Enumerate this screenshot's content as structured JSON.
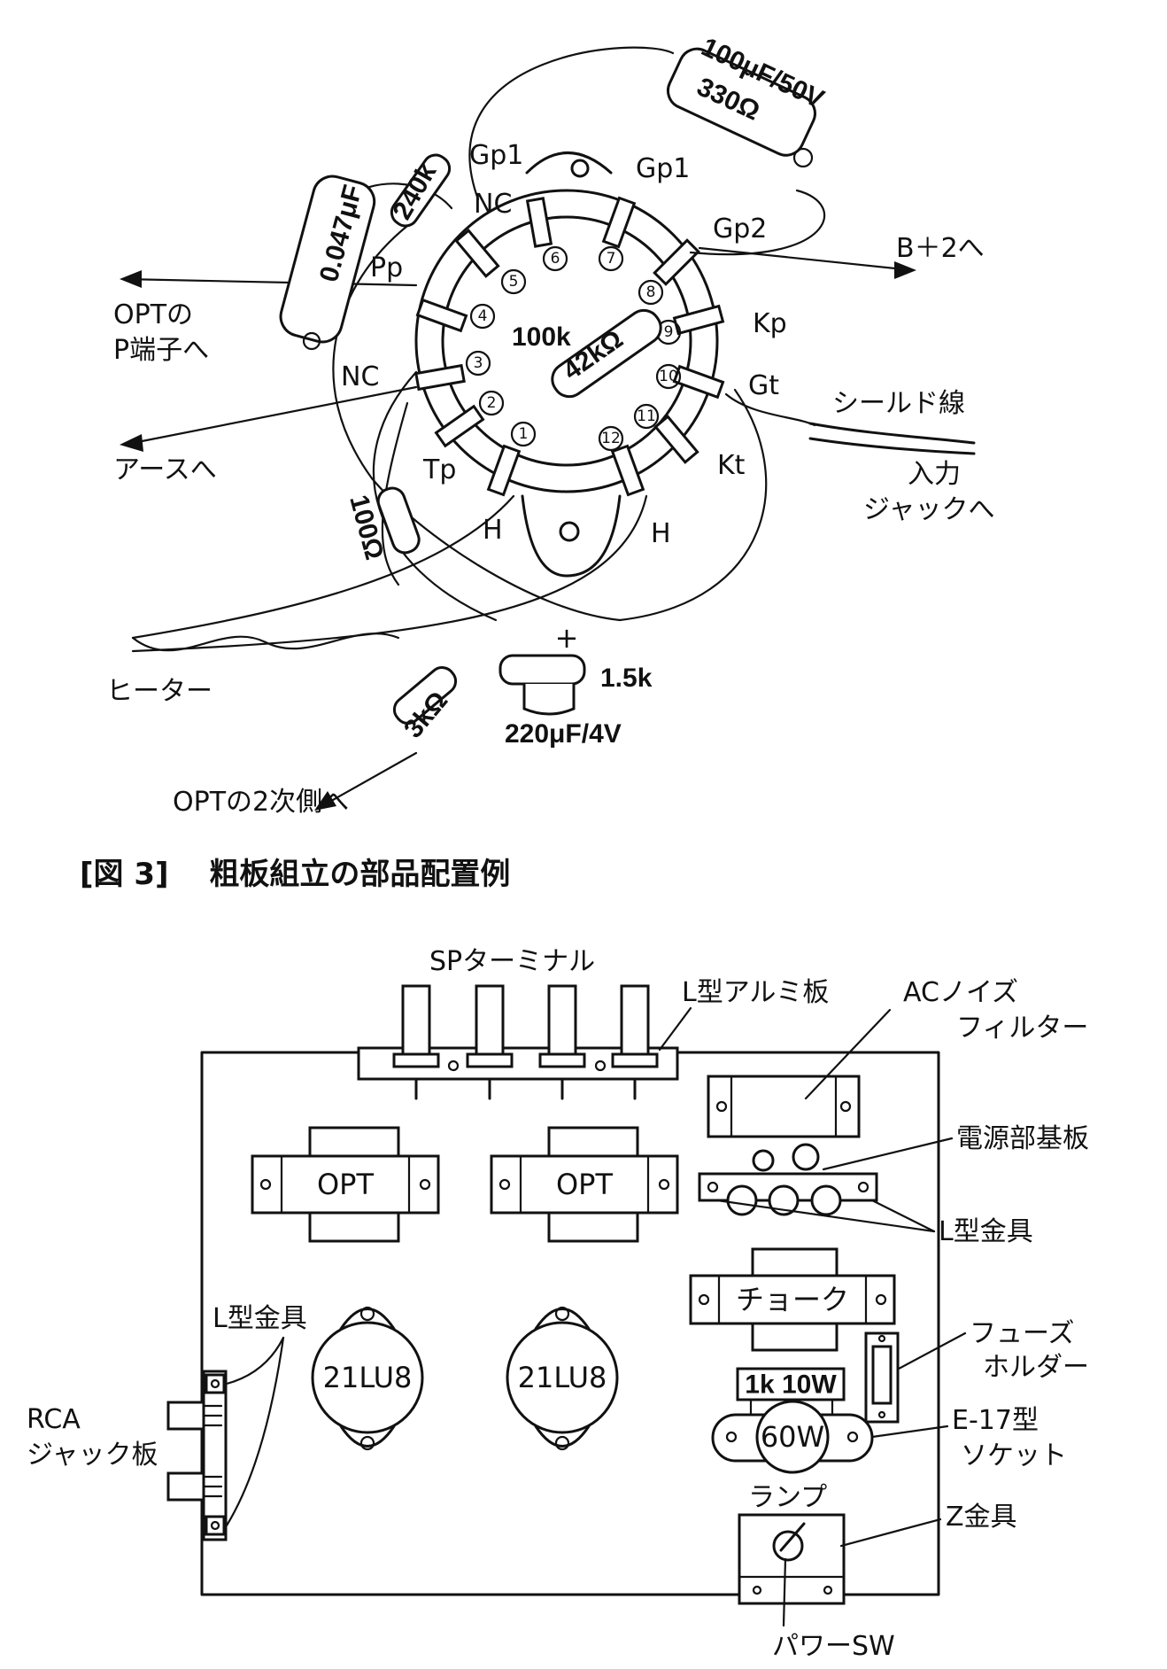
{
  "figure3": {
    "caption": "[図 3]　 粗板組立の部品配置例",
    "labels": {
      "opt_p": "OPTの",
      "opt_p2": "P端子へ",
      "earth": "アースへ",
      "heater": "ヒーター",
      "opt_2nd": "OPTの2次側へ",
      "b2": "B＋2へ",
      "shield": "シールド線",
      "input1": "入力",
      "input2": "ジャックへ",
      "nc1": "NC",
      "nc2": "NC",
      "pp": "Pp",
      "tp": "Tp",
      "gp1a": "Gp1",
      "gp1b": "Gp1",
      "gp2": "Gp2",
      "kp": "Kp",
      "gt": "Gt",
      "kt": "Kt",
      "h1": "H",
      "h2": "H"
    },
    "components": {
      "cap_0047": "0.047μF",
      "r_240k": "240k",
      "cap_100u": "100μF/50V",
      "r_330": "330Ω",
      "r_100k": "100k",
      "r_42k": "42kΩ",
      "r_100": "100Ω",
      "r_3k": "3kΩ",
      "r_15k": "1.5k",
      "cap_220u": "220μF/4V",
      "plus": "+"
    },
    "pins": [
      "1",
      "2",
      "3",
      "4",
      "5",
      "6",
      "7",
      "8",
      "9",
      "10",
      "11",
      "12"
    ]
  },
  "chassis": {
    "sp_terminal": "SPターミナル",
    "l_alum": "L型アルミ板",
    "ac_noise1": "ACノイズ",
    "ac_noise2": "フィルター",
    "power_board": "電源部基板",
    "l_bracket_right": "L型金具",
    "l_bracket_left": "L型金具",
    "fuse1": "フューズ",
    "fuse2": "ホルダー",
    "socket1": "E-17型",
    "socket2": "ソケット",
    "z_bracket": "Z金具",
    "lamp": "ランプ",
    "power_sw": "パワーSW",
    "rca1": "RCA",
    "rca2": "ジャック板",
    "opt_left": "OPT",
    "opt_right": "OPT",
    "tube_left": "21LU8",
    "tube_right": "21LU8",
    "choke": "チョーク",
    "resistor": "1k 10W",
    "bulb": "60W"
  }
}
